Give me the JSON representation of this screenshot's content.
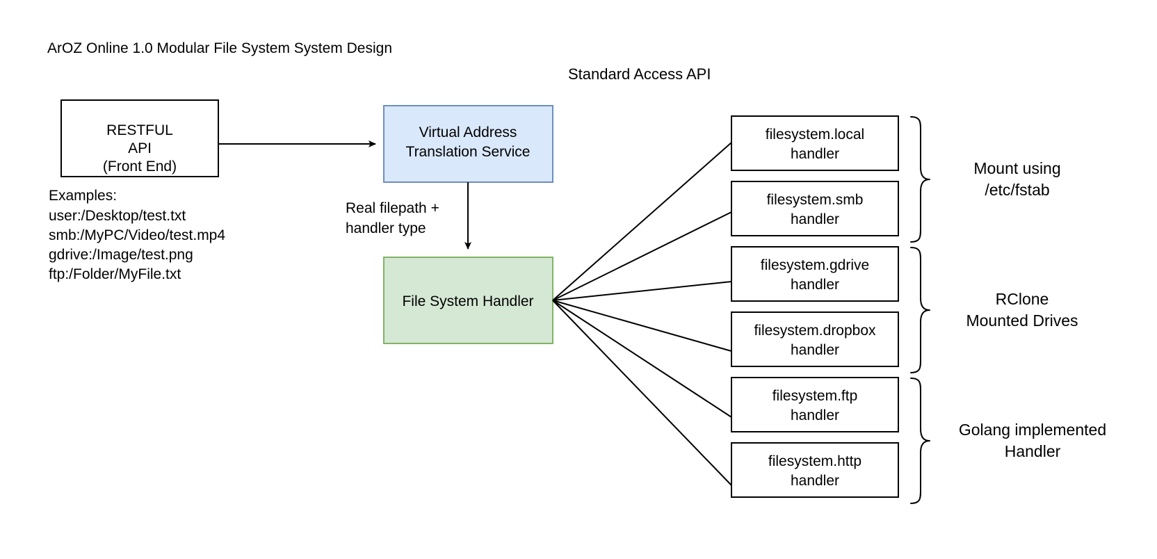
{
  "diagram": {
    "title": "ArOZ Online 1.0 Modular File System System Design",
    "section_label": "Standard Access API",
    "frontend": {
      "line1": "RESTFUL",
      "line2": "API",
      "line3": "(Front End)"
    },
    "examples": {
      "heading": "Examples:",
      "items": [
        "user:/Desktop/test.txt",
        "smb:/MyPC/Video/test.mp4",
        "gdrive:/Image/test.png",
        "ftp:/Folder/MyFile.txt"
      ]
    },
    "vats": {
      "line1": "Virtual Address",
      "line2": "Translation Service"
    },
    "edge_label": {
      "line1": "Real filepath +",
      "line2": "handler type"
    },
    "fs_handler": {
      "label": "File System Handler"
    },
    "handlers": [
      {
        "name": "filesystem.local",
        "sub": "handler"
      },
      {
        "name": "filesystem.smb",
        "sub": "handler"
      },
      {
        "name": "filesystem.gdrive",
        "sub": "handler"
      },
      {
        "name": "filesystem.dropbox",
        "sub": "handler"
      },
      {
        "name": "filesystem.ftp",
        "sub": "handler"
      },
      {
        "name": "filesystem.http",
        "sub": "handler"
      }
    ],
    "groups": [
      {
        "line1": "Mount using",
        "line2": "/etc/fstab"
      },
      {
        "line1": "RClone",
        "line2": "Mounted Drives"
      },
      {
        "line1": "Golang implemented",
        "line2": "Handler"
      }
    ],
    "colors": {
      "blue_fill": "#dae8fc",
      "blue_stroke": "#6c8ebf",
      "green_fill": "#d5e8d4",
      "green_stroke": "#82b366",
      "stroke": "#000000",
      "background": "#ffffff"
    }
  }
}
